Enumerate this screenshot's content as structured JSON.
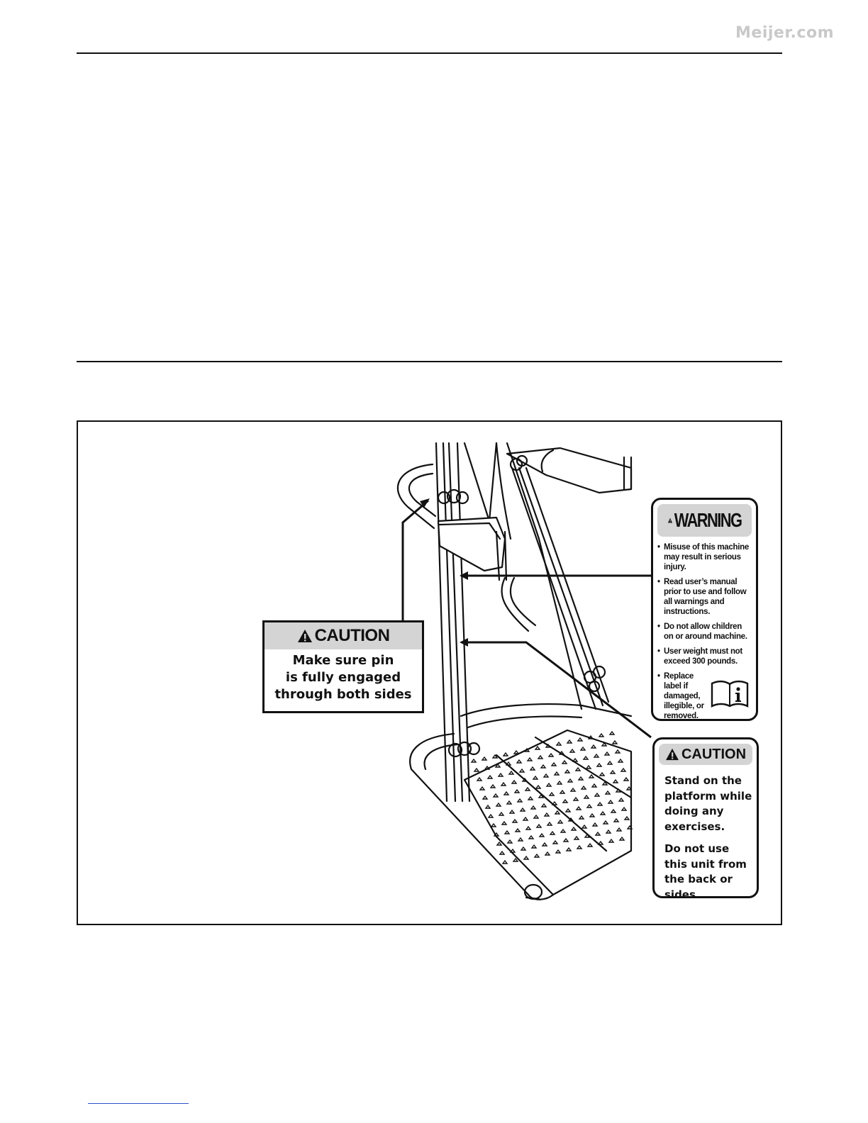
{
  "watermark": "Meijer.com",
  "caution_pin": {
    "header": "CAUTION",
    "lines": [
      "Make sure pin",
      "is fully engaged",
      "through both sides"
    ]
  },
  "warning": {
    "header": "WARNING",
    "items": [
      "Misuse of this machine may result in serious injury.",
      "Read user’s manual prior to use and follow all warnings and instructions.",
      "Do not allow children on or around machine.",
      "User weight must not exceed 300 pounds.",
      "Replace label if damaged, illegible, or removed."
    ]
  },
  "caution_platform": {
    "header": "CAUTION",
    "paragraphs": [
      "Stand on the platform while doing any exercises.",
      "Do not use this unit from the back or sides."
    ]
  },
  "icons": [
    "warning-triangle-icon",
    "manual-info-icon"
  ]
}
